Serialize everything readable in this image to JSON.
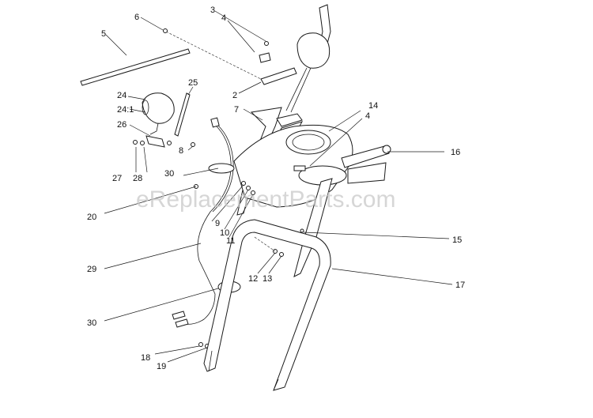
{
  "watermark": "eReplacementParts.com",
  "callouts": {
    "c2": "2",
    "c3": "3",
    "c4a": "4",
    "c4b": "4",
    "c5": "5",
    "c6": "6",
    "c7": "7",
    "c8": "8",
    "c9": "9",
    "c10": "10",
    "c11": "11",
    "c12": "12",
    "c13": "13",
    "c14": "14",
    "c15": "15",
    "c16": "16",
    "c17": "17",
    "c18": "18",
    "c19": "19",
    "c20": "20",
    "c24": "24",
    "c24_1": "24:1",
    "c25": "25",
    "c26": "26",
    "c27": "27",
    "c28": "28",
    "c29": "29",
    "c30a": "30",
    "c30b": "30"
  }
}
